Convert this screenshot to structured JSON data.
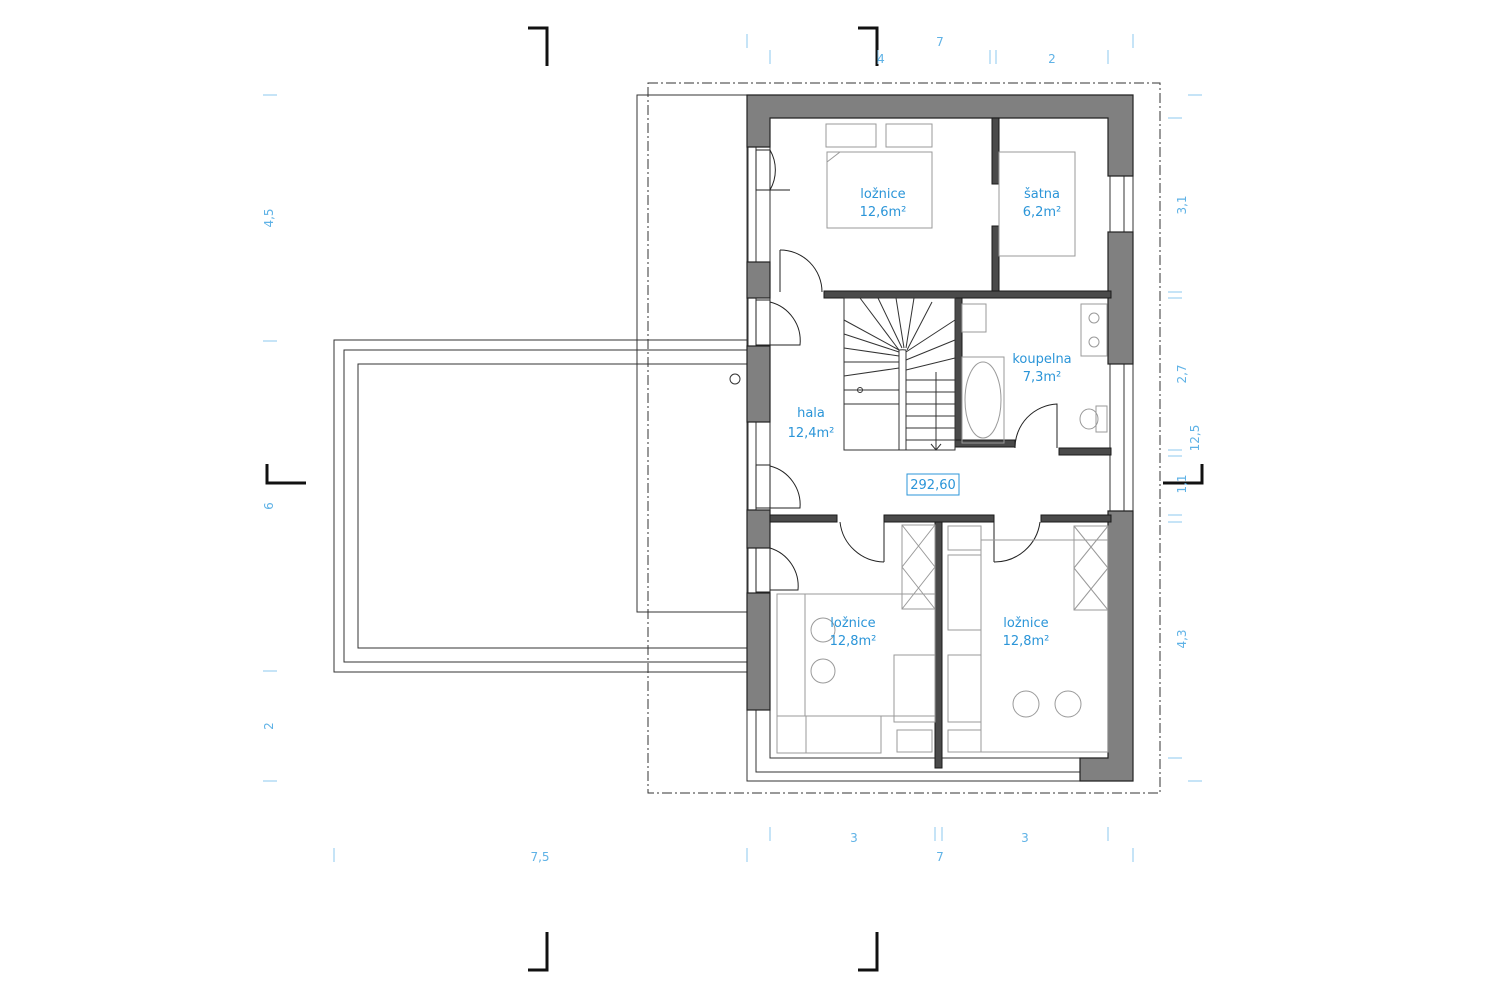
{
  "rooms": {
    "bedroom_main": {
      "name": "ložnice",
      "area": "12,6m²"
    },
    "closet": {
      "name": "šatna",
      "area": "6,2m²"
    },
    "hall": {
      "name": "hala",
      "area": "12,4m²"
    },
    "bathroom": {
      "name": "koupelna",
      "area": "7,3m²"
    },
    "bedroom_left": {
      "name": "ložnice",
      "area": "12,8m²"
    },
    "bedroom_right": {
      "name": "ložnice",
      "area": "12,8m²"
    }
  },
  "level_mark": "292,60",
  "dimensions": {
    "top": [
      "4",
      "7",
      "2"
    ],
    "bottom_inner": [
      "3",
      "3"
    ],
    "bottom_outer": [
      "7,5",
      "7"
    ],
    "left": [
      "4,5",
      "6",
      "2"
    ],
    "right": [
      "3,1",
      "2,7",
      "1,1",
      "4,3"
    ],
    "right_total": "12,5"
  }
}
